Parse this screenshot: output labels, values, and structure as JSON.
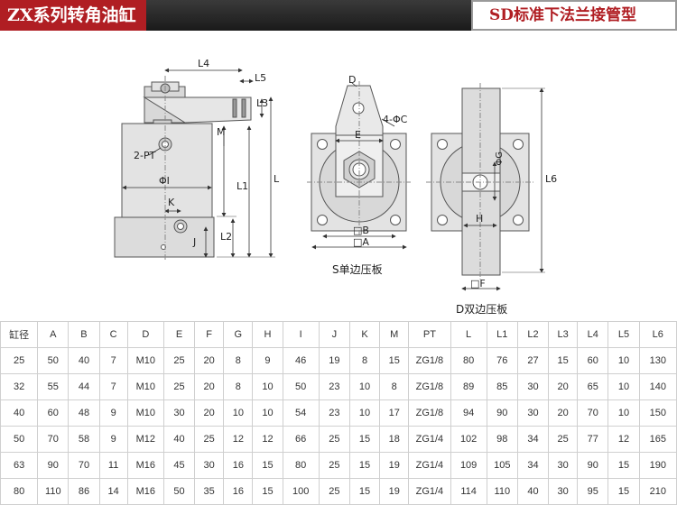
{
  "header": {
    "left_title": "ZX系列转角油缸",
    "right_title": "SD标准下法兰接管型"
  },
  "drawing": {
    "side_labels": {
      "L4": "L4",
      "L5": "L5",
      "L3": "L3",
      "M": "M",
      "PT": "2-PT",
      "I": "ΦI",
      "K": "K",
      "J": "J",
      "L1": "L1",
      "L2": "L2",
      "L": "L"
    },
    "flange_labels": {
      "D": "D",
      "C": "4-ΦC",
      "E": "E",
      "B": "□B",
      "A": "□A"
    },
    "flange_caption": "S单边压板",
    "double_labels": {
      "G": "ΦG",
      "H": "H",
      "L6": "L6",
      "F": "□F"
    },
    "double_caption": "D双边压板"
  },
  "table": {
    "headers": [
      "缸径",
      "A",
      "B",
      "C",
      "D",
      "E",
      "F",
      "G",
      "H",
      "I",
      "J",
      "K",
      "M",
      "PT",
      "L",
      "L1",
      "L2",
      "L3",
      "L4",
      "L5",
      "L6"
    ],
    "rows": [
      [
        "25",
        "50",
        "40",
        "7",
        "M10",
        "25",
        "20",
        "8",
        "9",
        "46",
        "19",
        "8",
        "15",
        "ZG1/8",
        "80",
        "76",
        "27",
        "15",
        "60",
        "10",
        "130"
      ],
      [
        "32",
        "55",
        "44",
        "7",
        "M10",
        "25",
        "20",
        "8",
        "10",
        "50",
        "23",
        "10",
        "8",
        "ZG1/8",
        "89",
        "85",
        "30",
        "20",
        "65",
        "10",
        "140"
      ],
      [
        "40",
        "60",
        "48",
        "9",
        "M10",
        "30",
        "20",
        "10",
        "10",
        "54",
        "23",
        "10",
        "17",
        "ZG1/8",
        "94",
        "90",
        "30",
        "20",
        "70",
        "10",
        "150"
      ],
      [
        "50",
        "70",
        "58",
        "9",
        "M12",
        "40",
        "25",
        "12",
        "12",
        "66",
        "25",
        "15",
        "18",
        "ZG1/4",
        "102",
        "98",
        "34",
        "25",
        "77",
        "12",
        "165"
      ],
      [
        "63",
        "90",
        "70",
        "11",
        "M16",
        "45",
        "30",
        "16",
        "15",
        "80",
        "25",
        "15",
        "19",
        "ZG1/4",
        "109",
        "105",
        "34",
        "30",
        "90",
        "15",
        "190"
      ],
      [
        "80",
        "110",
        "86",
        "14",
        "M16",
        "50",
        "35",
        "16",
        "15",
        "100",
        "25",
        "15",
        "19",
        "ZG1/4",
        "114",
        "110",
        "40",
        "30",
        "95",
        "15",
        "210"
      ]
    ]
  }
}
